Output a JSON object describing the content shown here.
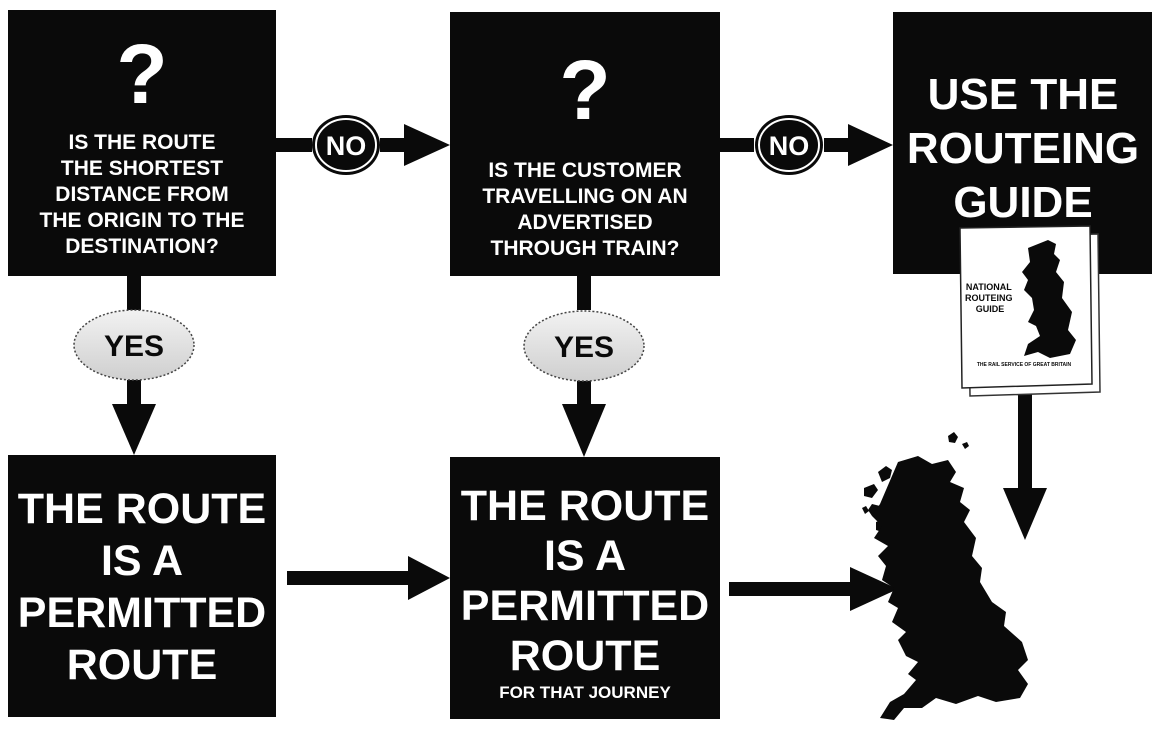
{
  "box1": {
    "symbol": "?",
    "question": "IS THE ROUTE\nTHE SHORTEST\nDISTANCE FROM\nTHE ORIGIN TO THE\nDESTINATION?"
  },
  "box2": {
    "symbol": "?",
    "question": "IS THE CUSTOMER\nTRAVELLING ON AN\nADVERTISED\nTHROUGH TRAIN?"
  },
  "box3": {
    "text": "USE THE\nROUTEING\nGUIDE"
  },
  "box4": {
    "text": "THE ROUTE\nIS A\nPERMITTED\nROUTE"
  },
  "box5": {
    "text": "THE ROUTE\nIS A\nPERMITTED\nROUTE",
    "subtext": "FOR THAT JOURNEY"
  },
  "labels": {
    "no_1": "NO",
    "no_2": "NO",
    "yes_1": "YES",
    "yes_2": "YES"
  },
  "guide_book": {
    "title": "NATIONAL\nROUTEING\nGUIDE",
    "footer": "THE RAIL SERVICE OF GREAT BRITAIN"
  },
  "colors": {
    "box": "#0a0a0a",
    "text": "#ffffff",
    "background": "#ffffff"
  }
}
